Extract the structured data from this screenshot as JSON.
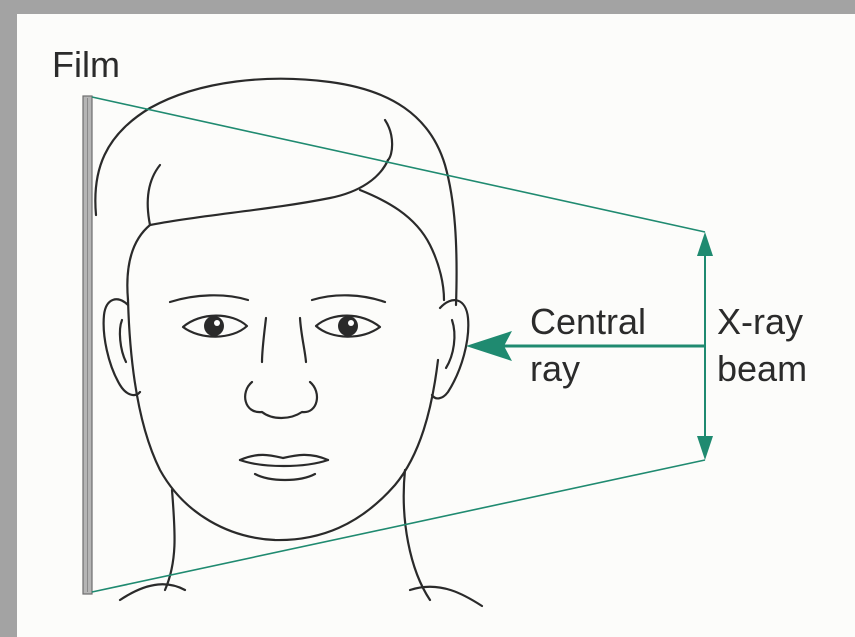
{
  "labels": {
    "film": "Film",
    "central_ray_line1": "Central",
    "central_ray_line2": "ray",
    "xray_beam_line1": "X-ray",
    "xray_beam_line2": "beam"
  },
  "colors": {
    "beam": "#1f8a70",
    "outline": "#2a2a2a",
    "film": "#9a9a9a",
    "background": "#a3a3a3",
    "sheet": "#fcfcfa"
  }
}
